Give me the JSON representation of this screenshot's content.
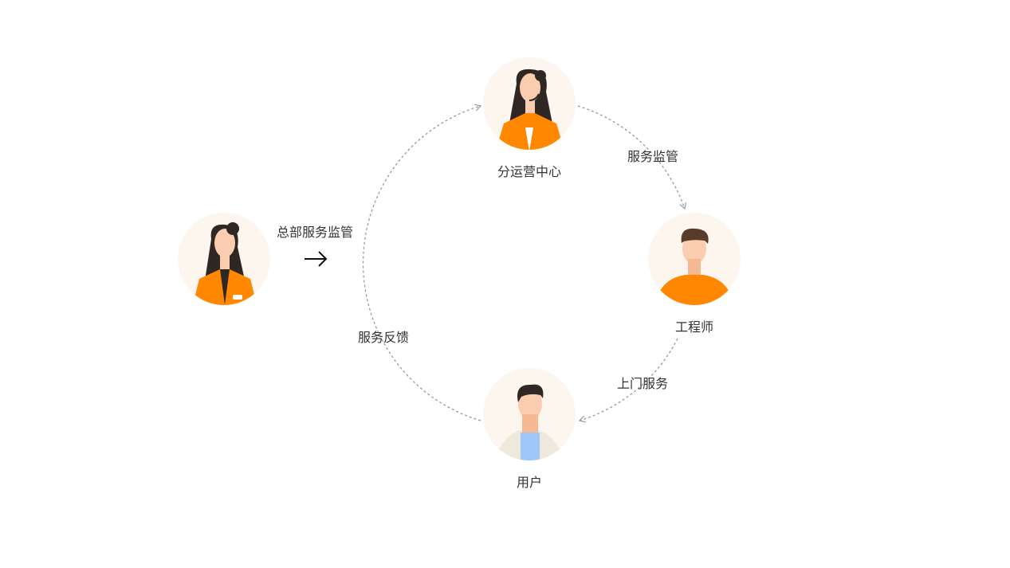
{
  "nodes": {
    "hq": {
      "arrow_label": "总部服务监管"
    },
    "center": {
      "label": "分运营中心"
    },
    "engineer": {
      "label": "工程师"
    },
    "user": {
      "label": "用户"
    }
  },
  "edges": {
    "supervise": "服务监管",
    "onsite": "上门服务",
    "feedback": "服务反馈"
  },
  "colors": {
    "orange": "#ff8800",
    "circle_bg": "#fdf6ef",
    "hair": "#2e2724",
    "skin": "#fbcdb0",
    "dash": "#999999"
  }
}
